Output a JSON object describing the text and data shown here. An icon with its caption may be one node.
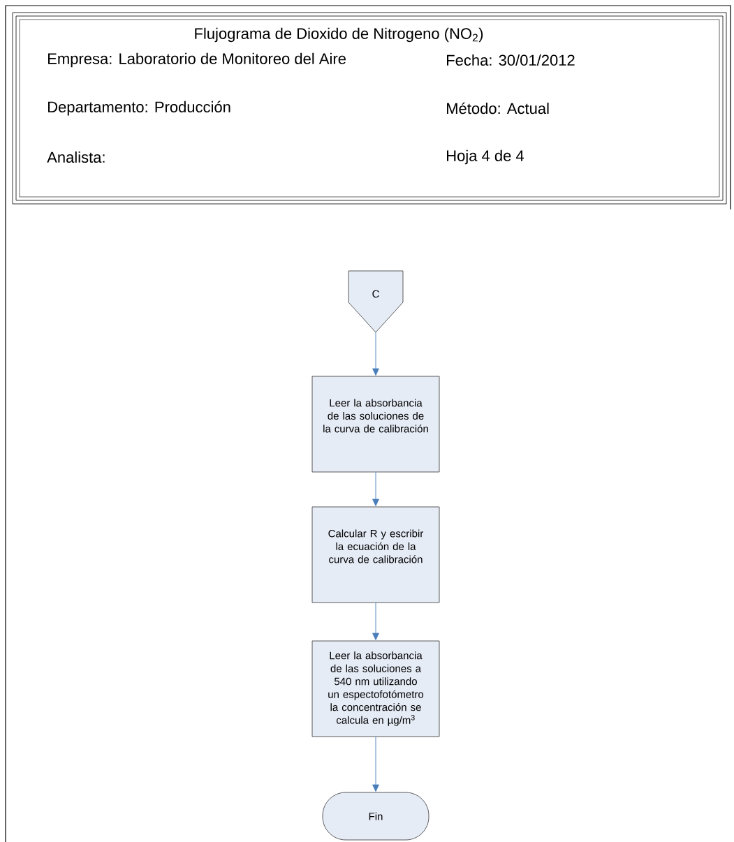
{
  "diagram": {
    "title": "Flujograma de Dioxido de Nitrogeno (NO$_{2}$)",
    "nodes": [
      {
        "text": [
          "Empresa: Laboratorio de Monitoreo del Aire",
          "Fecha:  30/01/2012",
          "Departamento:   Producción",
          "Método:  Actual",
          "Analista:",
          "Hoja 4 de 4"
        ]
      },
      {
        "text": [
          "C"
        ]
      },
      {
        "text": [
          "Leer la absorbancia de las soluciones de la curva de calibración"
        ]
      },
      {
        "text": [
          "Calcular R y escribir la ecuación de la curva de calibración"
        ]
      },
      {
        "text": [
          "Leer la absorbancia de las soluciones a 540 nm utilizando un espectofotómetro la concentración se calcula en µg/m$^{3}$"
        ]
      },
      {
        "text": [
          "Fin"
        ]
      }
    ],
    "edges": [
      {
        "from": 1,
        "to": 2,
        "arrow": "to"
      },
      {
        "from": 2,
        "to": 3,
        "arrow": "to"
      },
      {
        "from": 3,
        "to": 4,
        "arrow": "to"
      },
      {
        "from": 4,
        "to": 5,
        "arrow": "to"
      }
    ]
  }
}
